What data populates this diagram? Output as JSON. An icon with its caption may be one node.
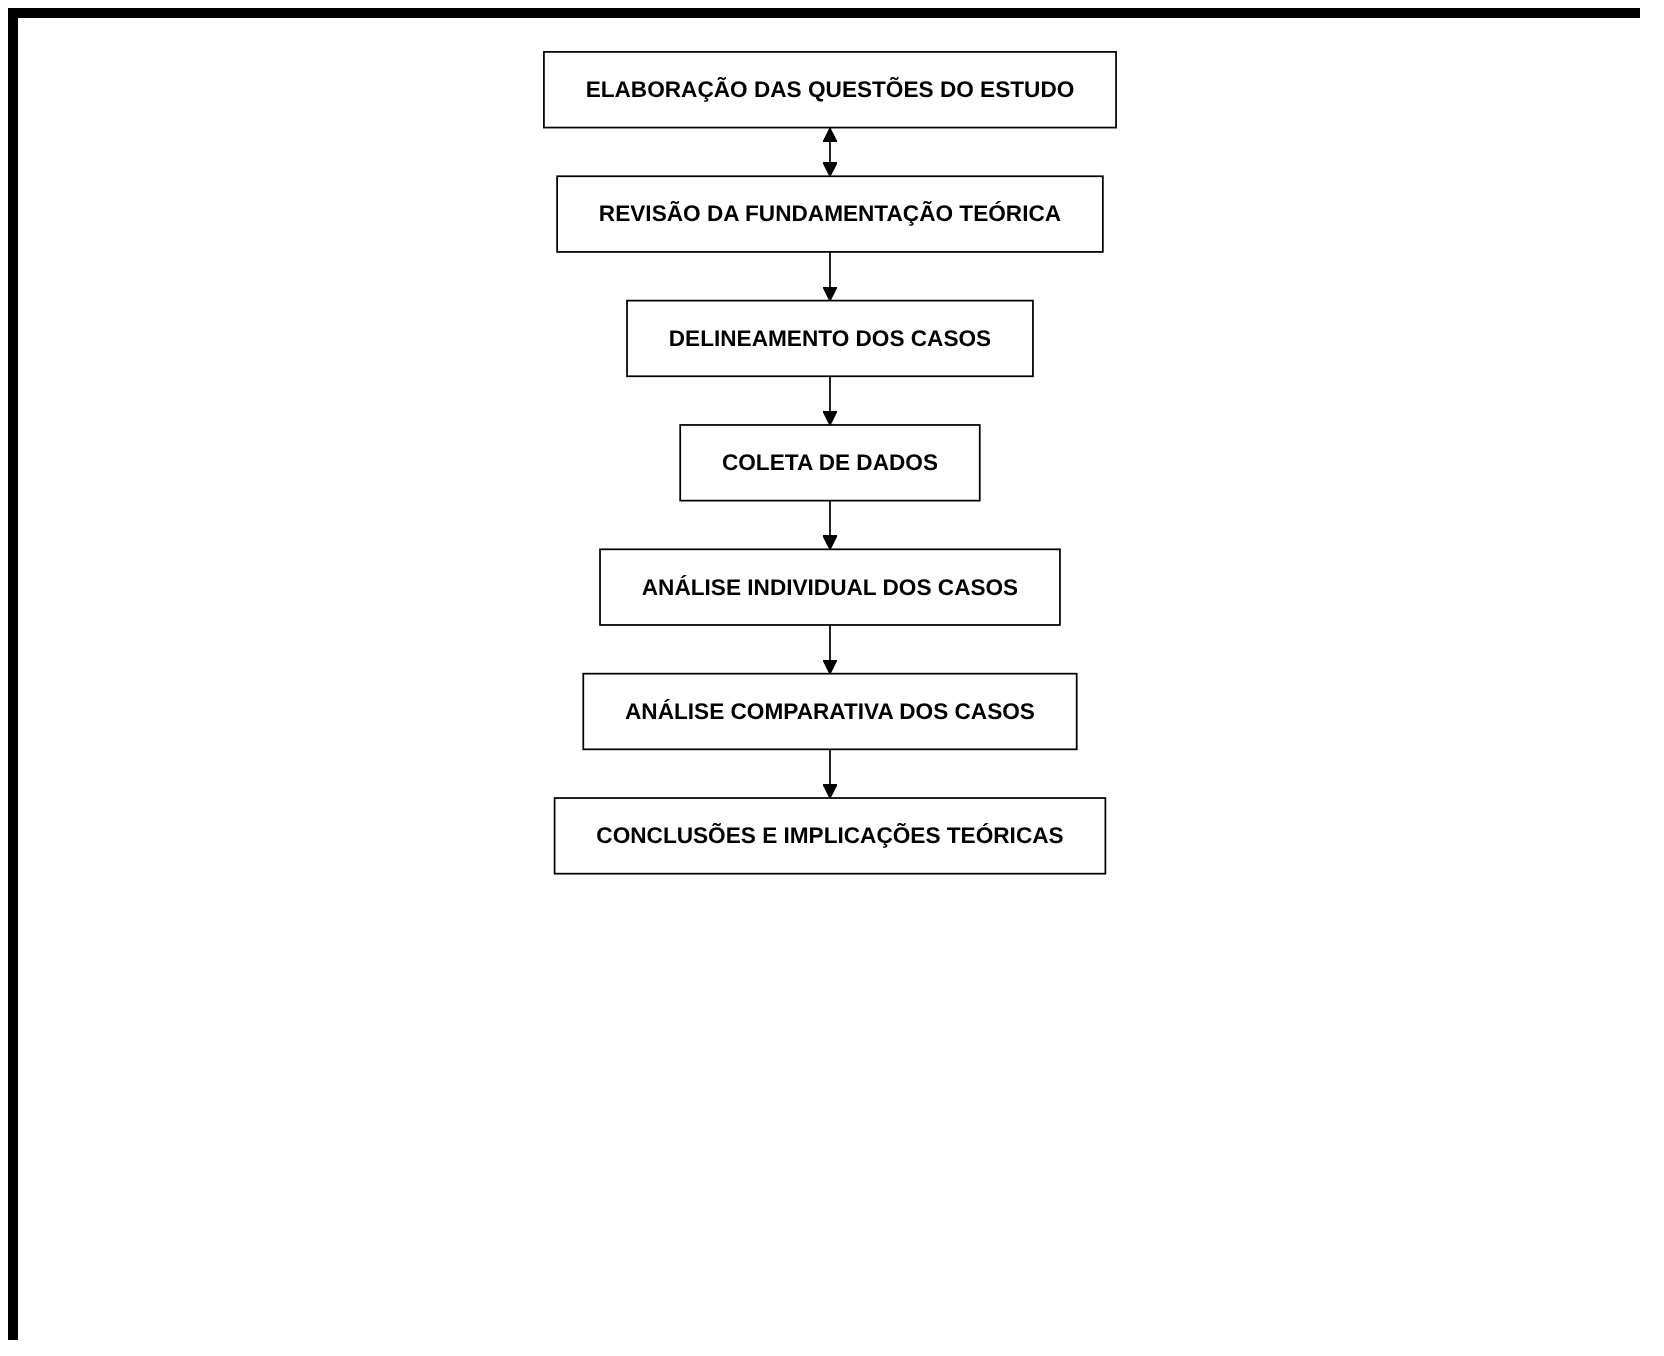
{
  "diagram": {
    "nodes": [
      {
        "text": [
          "ELABORAÇÃO DAS QUESTÕES DO ESTUDO"
        ]
      },
      {
        "text": [
          "REVISÃO DA FUNDAMENTAÇÃO TEÓRICA"
        ]
      },
      {
        "text": [
          "DELINEAMENTO DOS CASOS"
        ]
      },
      {
        "text": [
          "COLETA DE DADOS"
        ]
      },
      {
        "text": [
          "ANÁLISE INDIVIDUAL DOS CASOS"
        ]
      },
      {
        "text": [
          "ANÁLISE COMPARATIVA DOS CASOS"
        ]
      },
      {
        "text": [
          "CONCLUSÕES E IMPLICAÇÕES TEÓRICAS"
        ]
      }
    ],
    "edges": [
      {
        "from": 0,
        "to": 1,
        "arrow": "both"
      },
      {
        "from": 1,
        "to": 2,
        "arrow": "to"
      },
      {
        "from": 2,
        "to": 3,
        "arrow": "to"
      },
      {
        "from": 3,
        "to": 4,
        "arrow": "to"
      },
      {
        "from": 4,
        "to": 5,
        "arrow": "to"
      },
      {
        "from": 5,
        "to": 6,
        "arrow": "to"
      }
    ]
  }
}
